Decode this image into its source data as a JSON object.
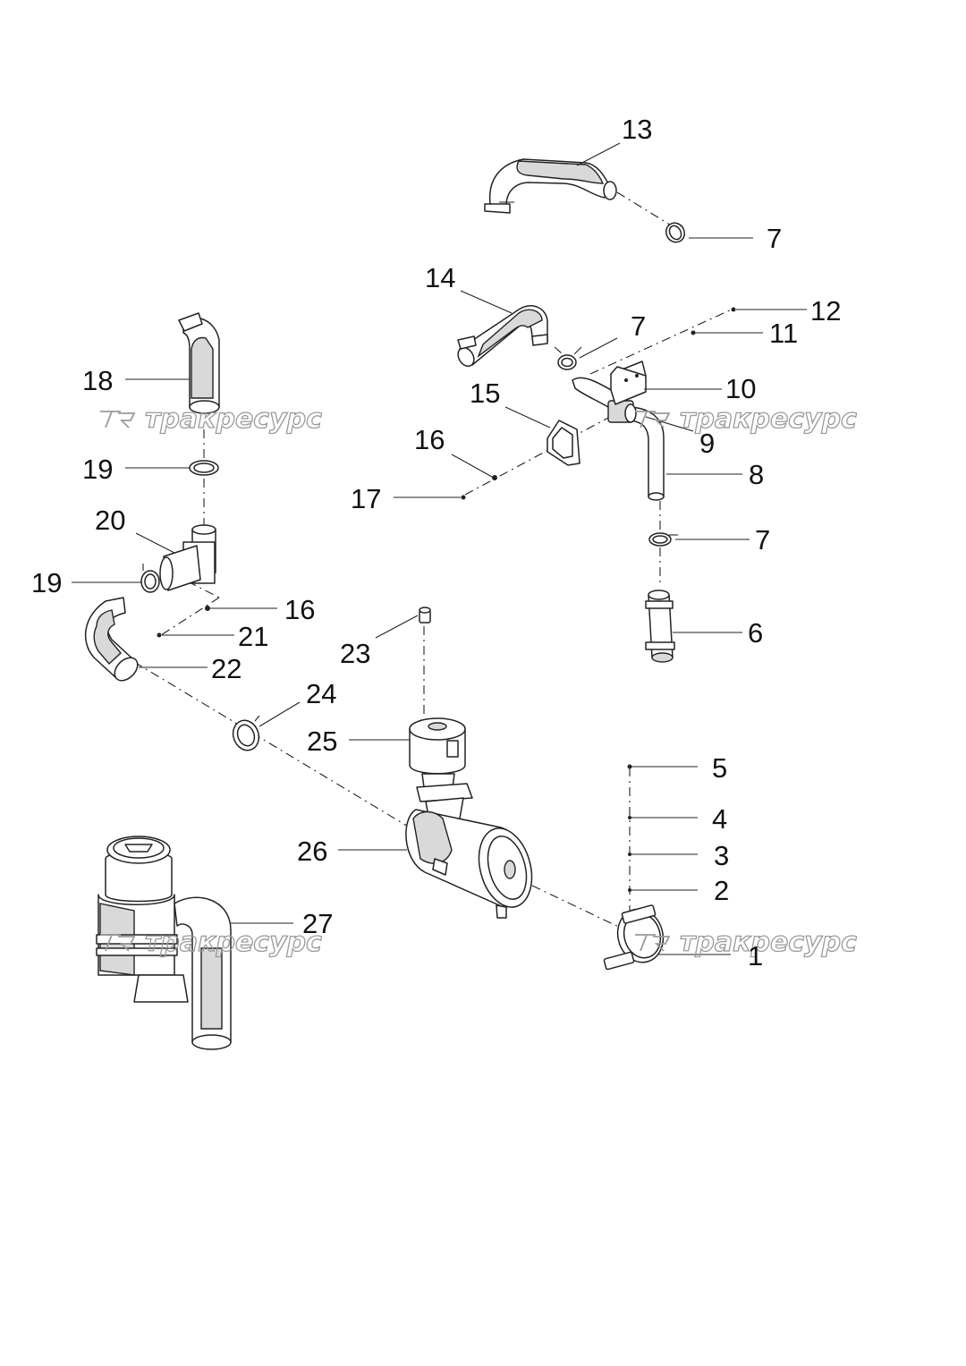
{
  "watermark": {
    "text": "тракресурс"
  },
  "callouts": [
    {
      "id": "c13",
      "text": "13"
    },
    {
      "id": "c7a",
      "text": "7"
    },
    {
      "id": "c14",
      "text": "14"
    },
    {
      "id": "c7b",
      "text": "7"
    },
    {
      "id": "c12",
      "text": "12"
    },
    {
      "id": "c11",
      "text": "11"
    },
    {
      "id": "c10",
      "text": "10"
    },
    {
      "id": "c9",
      "text": "9"
    },
    {
      "id": "c8",
      "text": "8"
    },
    {
      "id": "c7c",
      "text": "7"
    },
    {
      "id": "c6",
      "text": "6"
    },
    {
      "id": "c15",
      "text": "15"
    },
    {
      "id": "c16a",
      "text": "16"
    },
    {
      "id": "c17",
      "text": "17"
    },
    {
      "id": "c18",
      "text": "18"
    },
    {
      "id": "c19a",
      "text": "19"
    },
    {
      "id": "c20",
      "text": "20"
    },
    {
      "id": "c19b",
      "text": "19"
    },
    {
      "id": "c16b",
      "text": "16"
    },
    {
      "id": "c21",
      "text": "21"
    },
    {
      "id": "c22",
      "text": "22"
    },
    {
      "id": "c23",
      "text": "23"
    },
    {
      "id": "c24",
      "text": "24"
    },
    {
      "id": "c25",
      "text": "25"
    },
    {
      "id": "c26",
      "text": "26"
    },
    {
      "id": "c27",
      "text": "27"
    },
    {
      "id": "c5",
      "text": "5"
    },
    {
      "id": "c4",
      "text": "4"
    },
    {
      "id": "c3",
      "text": "3"
    },
    {
      "id": "c2",
      "text": "2"
    },
    {
      "id": "c1",
      "text": "1"
    }
  ]
}
